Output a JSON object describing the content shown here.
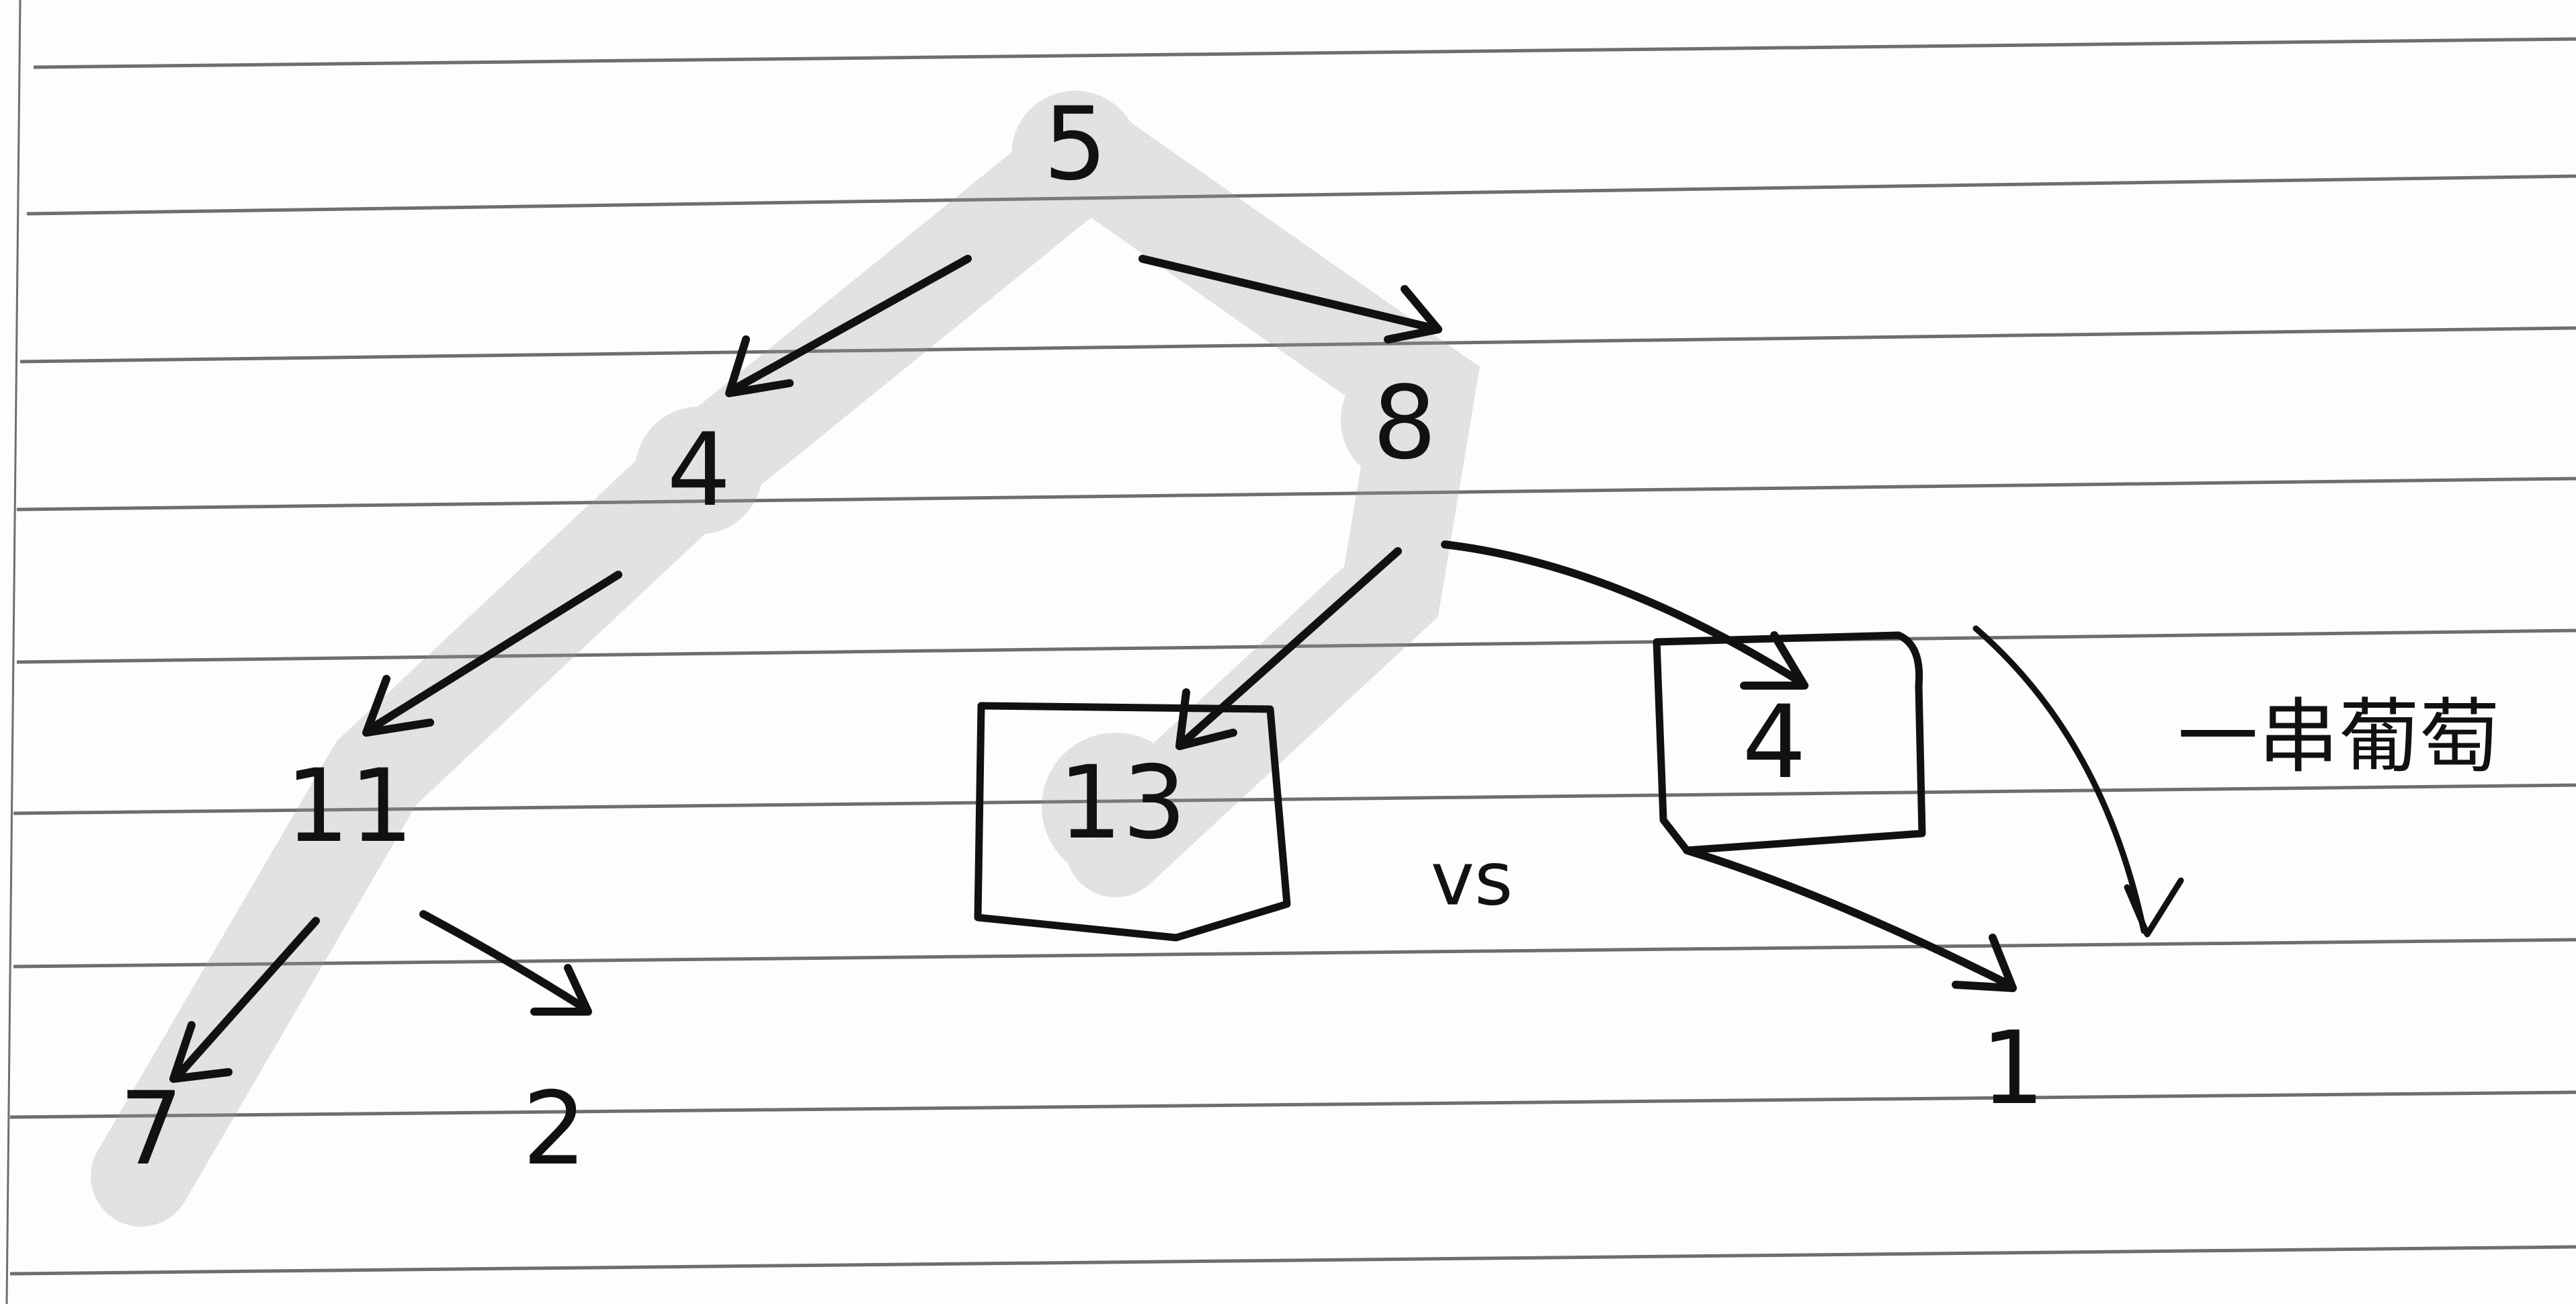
{
  "nodes": {
    "root": "5",
    "left": "4",
    "right": "8",
    "left_left": "11",
    "right_left": "13",
    "right_right": "4",
    "leaf_7": "7",
    "leaf_2": "2",
    "leaf_1": "1"
  },
  "annotations": {
    "vs": "vs",
    "note": "一串葡萄"
  },
  "colors": {
    "ink": "#111111",
    "ruled_line": "#6e6e6e",
    "highlight": "#9a9a9a"
  }
}
